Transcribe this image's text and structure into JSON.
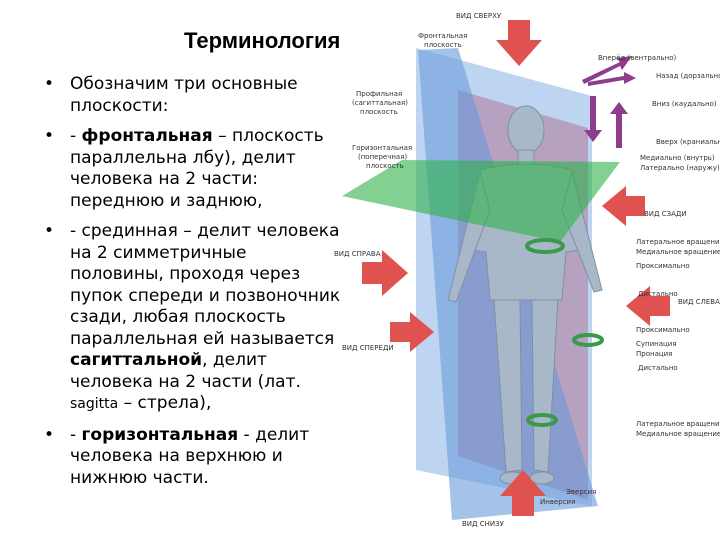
{
  "title": "Терминология",
  "bullets": [
    {
      "parts": [
        {
          "t": "Обозначим три основные плоскости:",
          "b": false
        }
      ]
    },
    {
      "parts": [
        {
          "t": "- ",
          "b": false
        },
        {
          "t": "фронтальная",
          "b": true
        },
        {
          "t": " – плоскость параллельна лбу), делит человека на 2 части: переднюю и заднюю,",
          "b": false
        }
      ]
    },
    {
      "parts": [
        {
          "t": "- срединная – делит человека на 2 симметричные половины, проходя через пупок спереди и позвоночник сзади, любая плоскость параллельная ей называется ",
          "b": false
        },
        {
          "t": "сагиттальной",
          "b": true
        },
        {
          "t": ", делит человека на 2 части (лат. ",
          "b": false
        },
        {
          "t": "sagitta",
          "b": false,
          "small": true
        },
        {
          "t": " – стрела),",
          "b": false
        }
      ]
    },
    {
      "parts": [
        {
          "t": "- ",
          "b": false
        },
        {
          "t": "горизонтальная",
          "b": true
        },
        {
          "t": " - делит человека на верхнюю и нижнюю части.",
          "b": false
        }
      ]
    }
  ],
  "figure": {
    "labels": {
      "top_view": "ВИД СВЕРХУ",
      "bottom_view": "ВИД СНИЗУ",
      "right_view": "ВИД СПРАВА",
      "front_view": "ВИД СПЕРЕДИ",
      "back_view": "ВИД СЗАДИ",
      "left_view": "ВИД СЛЕВА",
      "frontal_plane": [
        "Фронтальная",
        "плоскость"
      ],
      "sagittal_plane": [
        "Профильная",
        "(сагиттальная)",
        "плоскость"
      ],
      "horizontal_plane": [
        "Горизонтальная",
        "(поперечная)",
        "плоскость"
      ],
      "anterior": "Вперёд (вентрально)",
      "posterior": "Назад (дорзально)",
      "inferior": "Вниз (каудально)",
      "superior": "Вверх (краниально)",
      "medial": "Медиально (внутрь)",
      "lateral": "Латерально (наружу)",
      "lateral_rotation": "Латеральное вращение",
      "medial_rotation": "Медиальное вращение",
      "proximal": "Проксимально",
      "distal": "Дистально",
      "proximal2": "Проксимально",
      "supination": "Супинация",
      "pronation": "Пронация",
      "distal2": "Дистально",
      "lateral_rotation2": "Латеральное вращение",
      "medial_rotation2": "Медиальное вращение",
      "eversion": "Эверсия",
      "inversion": "Инверсия"
    },
    "colors": {
      "frontal_plane": "#5b8fd6",
      "sagittal_plane": "#e8606e",
      "horizontal_plane": "#2fb24a",
      "body": "#a9b8c9",
      "arrow_red": "#e0524f",
      "arrow_purple": "#8e3c8c",
      "arrow_green": "#3a9a4a"
    }
  }
}
